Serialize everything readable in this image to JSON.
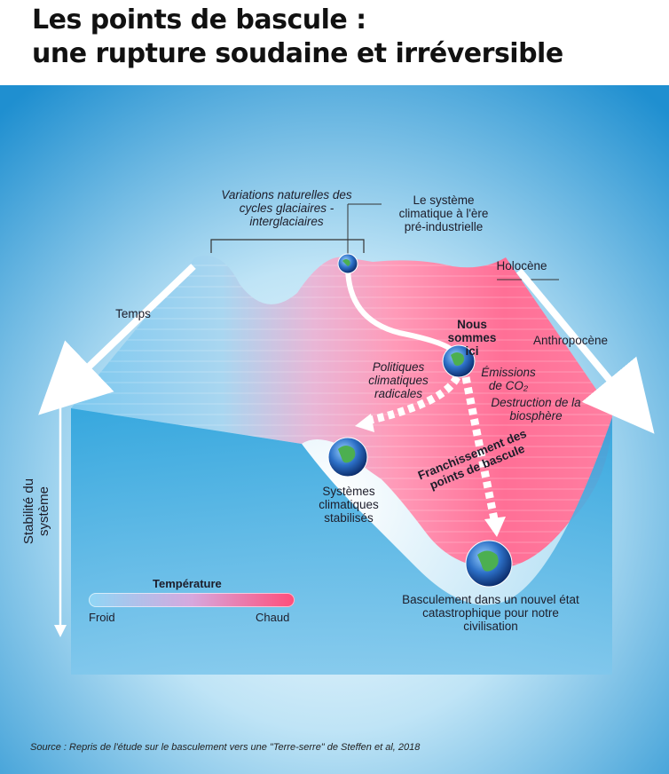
{
  "title_line1": "Les points de bascule :",
  "title_line2": "une rupture soudaine et irréversible",
  "labels": {
    "variations": "Variations naturelles des cycles glaciaires - interglaciaires",
    "preindustrial": "Le système climatique à l'ère pré-industrielle",
    "holocene": "Holocène",
    "temps": "Temps",
    "anthropocene": "Anthropocène",
    "nous_ici": "Nous sommes ici",
    "politiques": "Politiques climatiques radicales",
    "emissions": "Émissions de CO₂",
    "destruction": "Destruction de la biosphère",
    "franchissement": "Franchissement des points de bascule",
    "stabilises": "Systèmes climatiques stabilisés",
    "basculement": "Basculement dans un nouvel état catastrophique pour notre civilisation",
    "stabilite": "Stabilité du système"
  },
  "legend": {
    "title": "Température",
    "cold": "Froid",
    "hot": "Chaud"
  },
  "source": "Source : Repris de l'étude sur le basculement vers une \"Terre-serre\" de Steffen et al, 2018",
  "colors": {
    "cold": "#8fd6f5",
    "hot": "#ff4d7a",
    "background": "#2c9ed6"
  },
  "icons": [
    "globe-icon"
  ]
}
